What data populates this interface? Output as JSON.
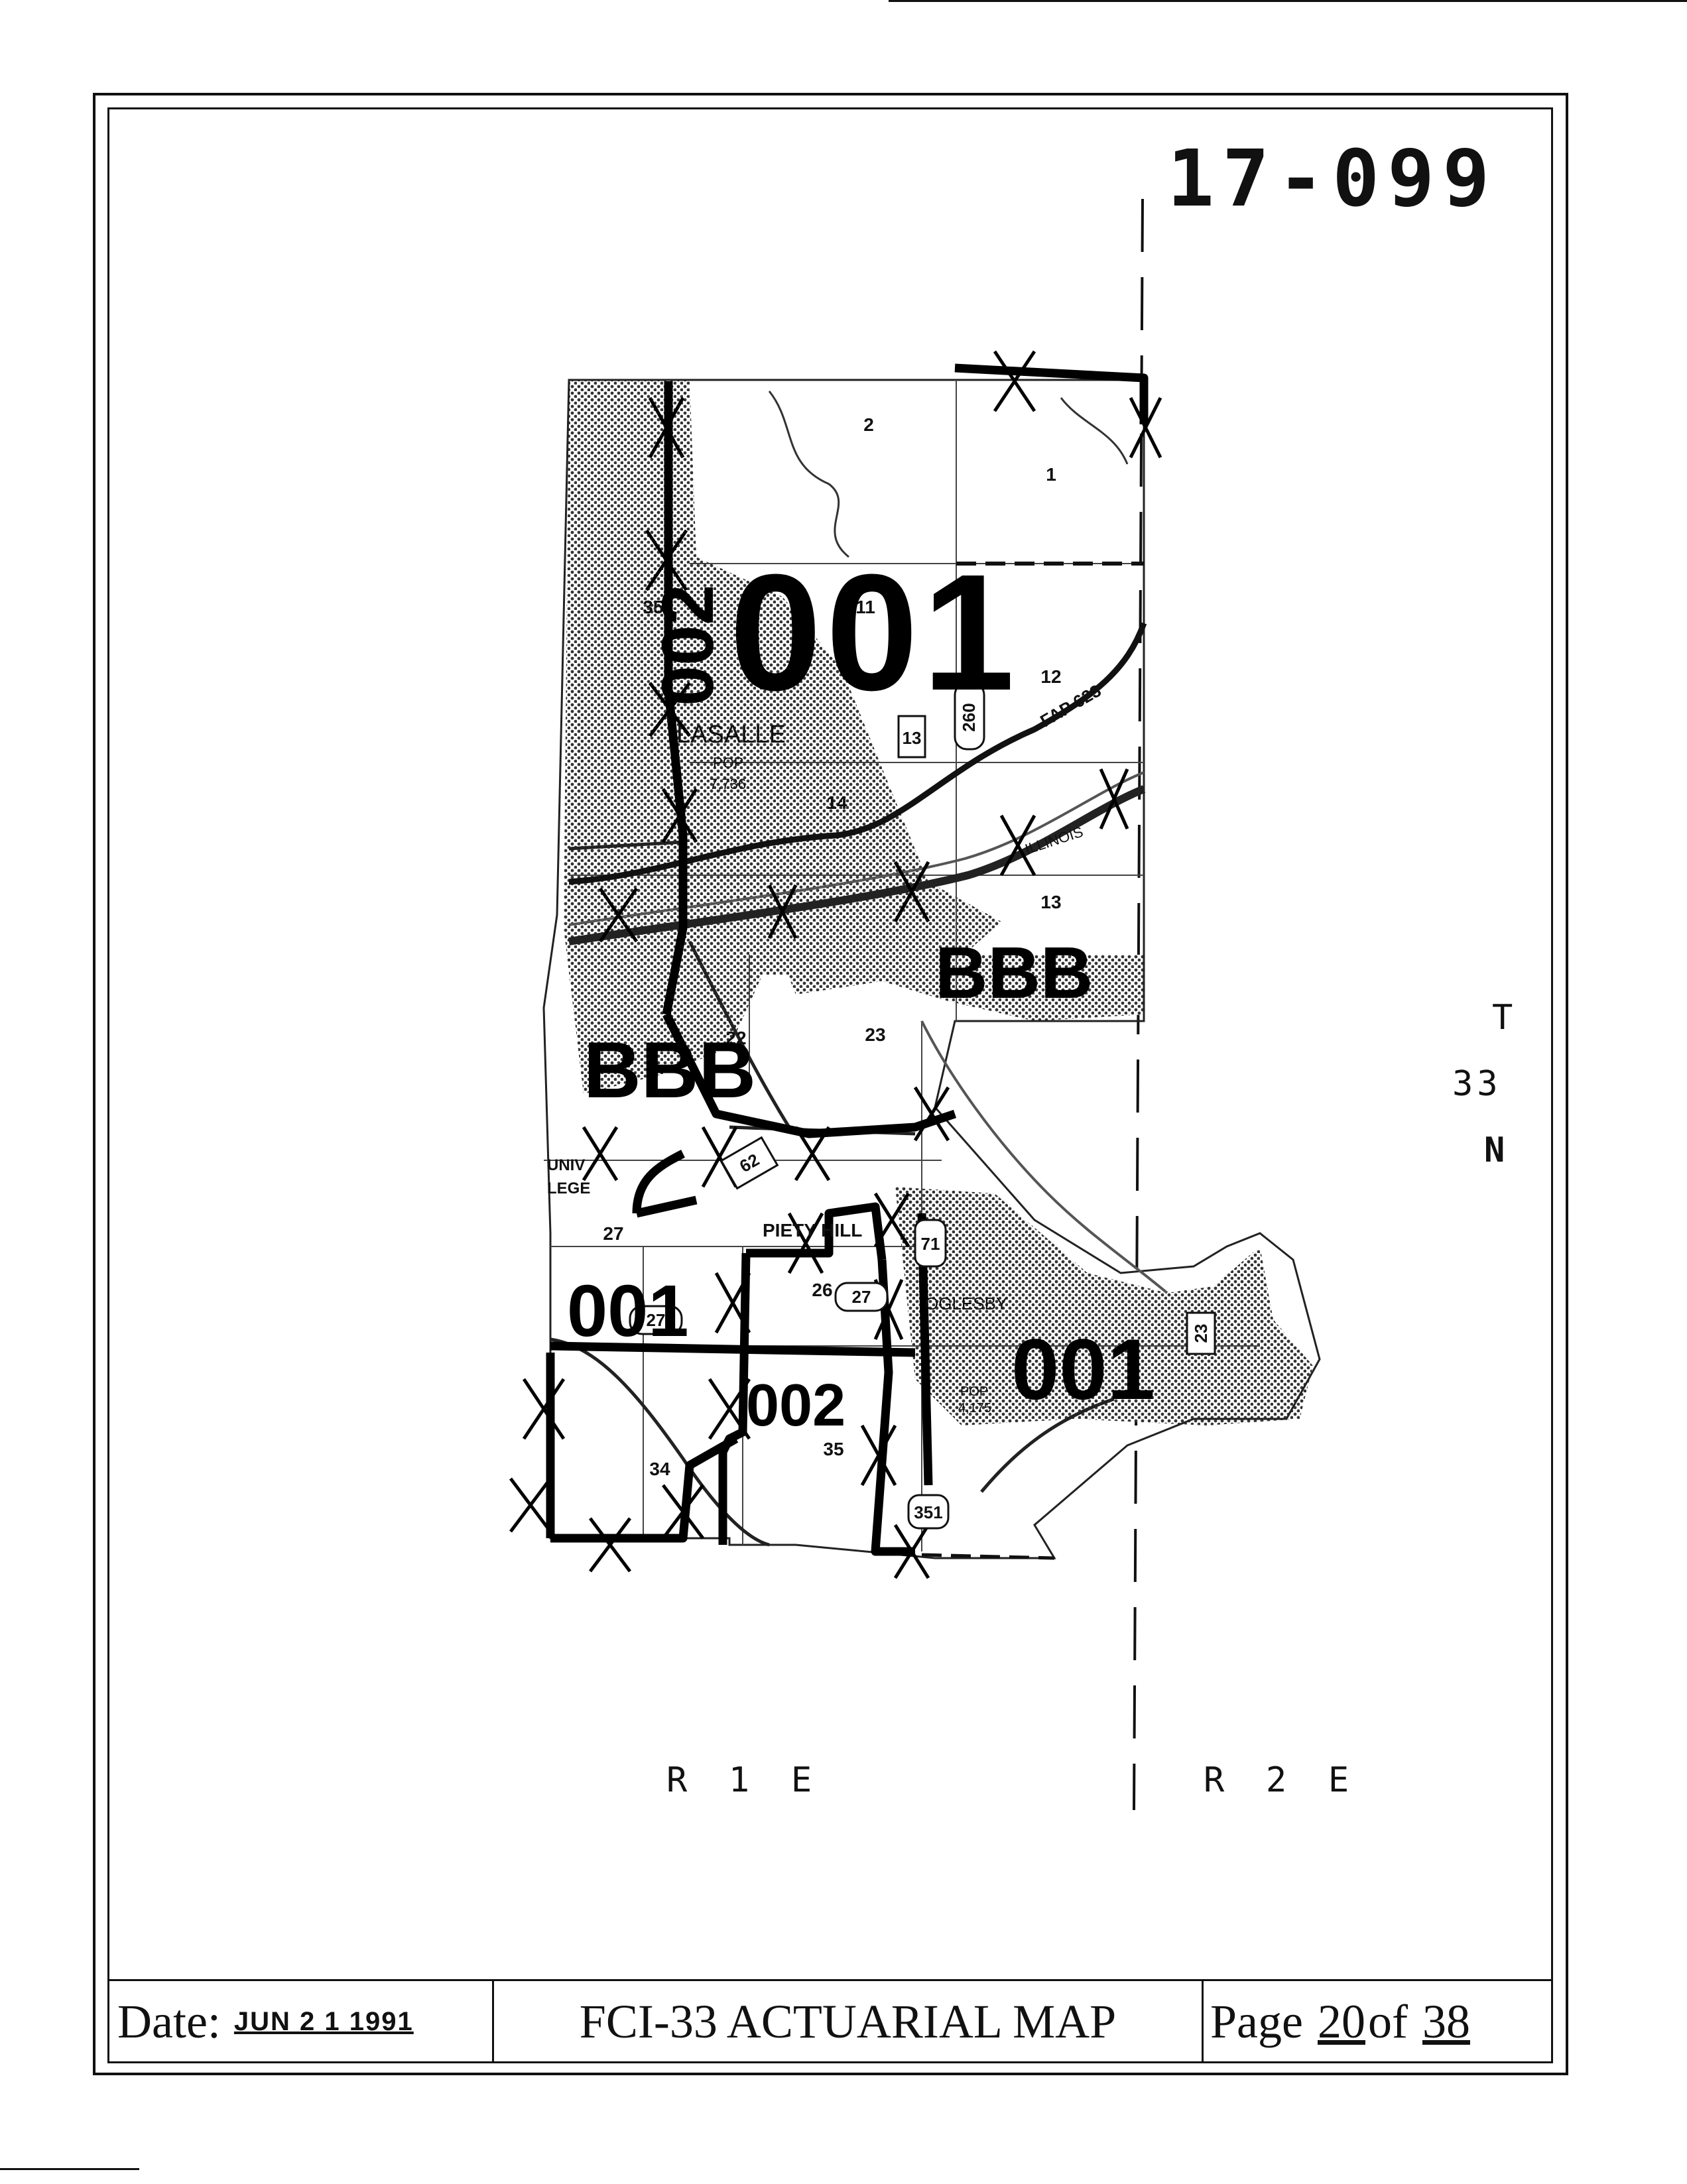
{
  "header": {
    "page_id": "17-099"
  },
  "map": {
    "zone_labels": {
      "z_north_001": "001",
      "z_west_002": "002",
      "z_mid_bbb": "BBB",
      "z_east_bbb": "BBB",
      "z_sw_001": "001",
      "z_s_002": "002",
      "z_se_001": "001"
    },
    "place_labels": {
      "lasalle": "LASALLE",
      "lasalle_pop": "POP",
      "lasalle_pop_val": "7,736",
      "oglesby": "OGLESBY",
      "oglesby_pop": "POP",
      "oglesby_pop_val": "4,175",
      "illinois": "ILLINOIS",
      "piety_hill": "PIETY HILL",
      "univ_college": "UNIV",
      "lege": "LEGE",
      "fap623": "FAP 623"
    },
    "section_numbers": [
      "1",
      "2",
      "11",
      "12",
      "13",
      "14",
      "22",
      "23",
      "26",
      "27",
      "34",
      "35",
      "35"
    ],
    "route_shields": [
      "13",
      "260",
      "62",
      "71",
      "27",
      "23",
      "351"
    ],
    "township": {
      "t": "T",
      "num": "33",
      "dir": "N"
    },
    "ranges": {
      "r1": "R  1  E",
      "r2": "R  2  E"
    }
  },
  "footer": {
    "date_label": "Date:",
    "date_value": "JUN 2 1 1991",
    "title": "FCI-33 ACTUARIAL MAP",
    "page_word": "Page",
    "page_num": "20",
    "of_word": "of",
    "page_total": "38"
  }
}
